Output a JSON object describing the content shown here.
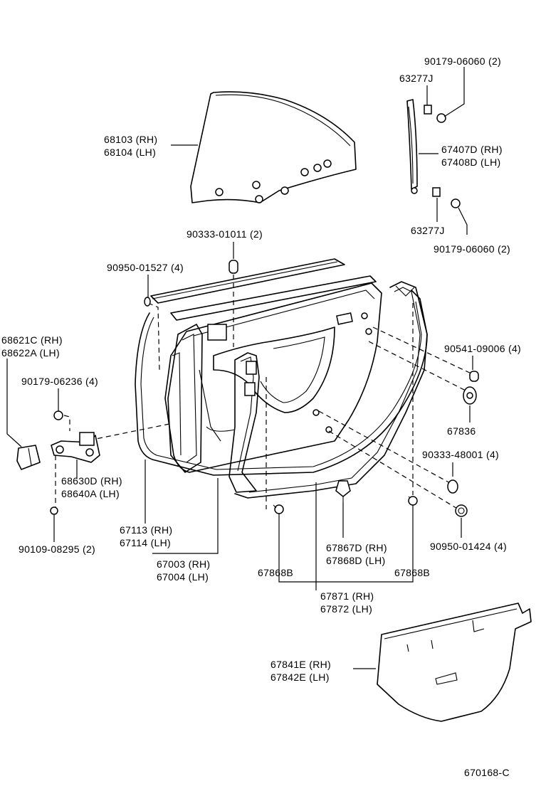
{
  "labels": {
    "p90179_06060_top": "90179-06060 (2)",
    "p63277J_top": "63277J",
    "p68103": "68103 (RH)",
    "p68104": "68104 (LH)",
    "p67407D": "67407D (RH)",
    "p67408D": "67408D (LH)",
    "p63277J_bot": "63277J",
    "p90179_06060_bot": "90179-06060 (2)",
    "p90333_01011": "90333-01011 (2)",
    "p90950_01527": "90950-01527 (4)",
    "p68621C": "68621C (RH)",
    "p68622A": "68622A (LH)",
    "p90541_09006": "90541-09006 (4)",
    "p90179_06236": "90179-06236 (4)",
    "p67836": "67836",
    "p90333_48001": "90333-48001 (4)",
    "p68630D": "68630D (RH)",
    "p68640A": "68640A (LH)",
    "p67113": "67113 (RH)",
    "p67114": "67114 (LH)",
    "p67867D": "67867D (RH)",
    "p67868D": "67868D (LH)",
    "p90950_01424": "90950-01424 (4)",
    "p90109_08295": "90109-08295 (2)",
    "p67003": "67003 (RH)",
    "p67004": "67004 (LH)",
    "p67868B_left": "67868B",
    "p67868B_right": "67868B",
    "p67871": "67871 (RH)",
    "p67872": "67872 (LH)",
    "p67841E": "67841E (RH)",
    "p67842E": "67842E (LH)",
    "diagram_code": "670168-C"
  }
}
